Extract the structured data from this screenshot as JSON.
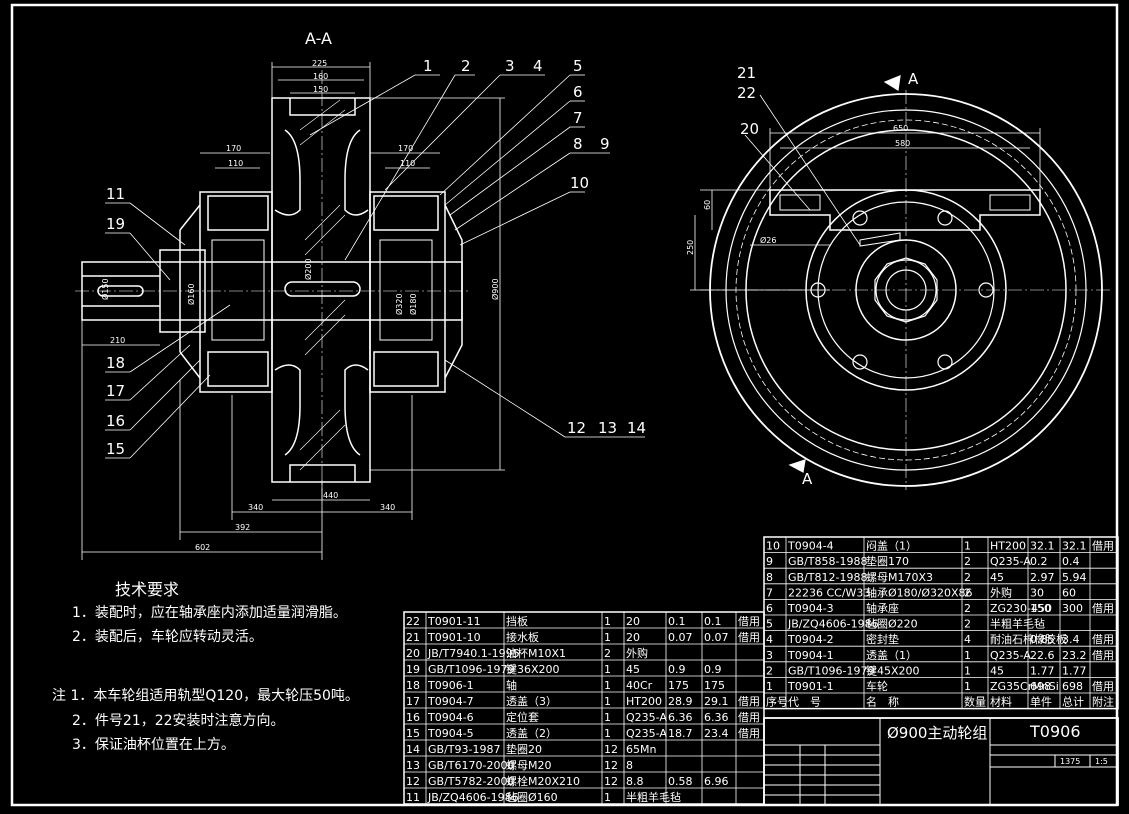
{
  "section_label": "A-A",
  "view_marker": "A",
  "dims_left": {
    "d225": "225",
    "d160": "160",
    "d150": "150",
    "d170a": "170",
    "d110a": "110",
    "d170b": "170",
    "d110b": "110",
    "phi160": "Ø160",
    "phi150": "Ø150",
    "phi200": "Ø200",
    "phi320": "Ø320",
    "phi180": "Ø180",
    "phi900": "Ø900",
    "d210": "210",
    "d340a": "340",
    "d340b": "340",
    "d440": "440",
    "d392": "392",
    "d602": "602"
  },
  "dims_right": {
    "d650": "650",
    "d580": "580",
    "d60": "60",
    "d250": "250",
    "phi26": "Ø26"
  },
  "balloons_left": [
    "1",
    "2",
    "3",
    "4",
    "5",
    "6",
    "7",
    "8",
    "9",
    "10",
    "11",
    "19",
    "18",
    "17",
    "16",
    "15",
    "12",
    "13",
    "14"
  ],
  "balloons_right": [
    "21",
    "22",
    "20"
  ],
  "tech_requirements": {
    "title": "技术要求",
    "items": [
      "1．装配时，应在轴承座内添加适量润滑脂。",
      "2．装配后，车轮应转动灵活。"
    ]
  },
  "notes": {
    "items": [
      "注 1．本车轮组适用轨型Q120，最大轮压50吨。",
      "2．件号21，22安装时注意方向。",
      "3．保证油杯位置在上方。"
    ]
  },
  "bom_right": [
    [
      "10",
      "T0904-4",
      "闷盖（1）",
      "1",
      "HT200",
      "32.1",
      "32.1",
      "借用"
    ],
    [
      "9",
      "GB/T858-1988",
      "垫圈170",
      "2",
      "Q235-A",
      "0.2",
      "0.4",
      ""
    ],
    [
      "8",
      "GB/T812-1988",
      "螺母M170X3",
      "2",
      "45",
      "2.97",
      "5.94",
      ""
    ],
    [
      "7",
      "22236 CC/W33",
      "轴承Ø180/Ø320X86",
      "2",
      "外购",
      "30",
      "60",
      ""
    ],
    [
      "6",
      "T0904-3",
      "轴承座",
      "2",
      "ZG230-450",
      "150",
      "300",
      "借用"
    ],
    [
      "5",
      "JB/ZQ4606-1986",
      "毡圈Ø220",
      "2",
      "半粗羊毛毡",
      "",
      "",
      ""
    ],
    [
      "4",
      "T0904-2",
      "密封垫",
      "4",
      "耐油石棉橡胶板",
      "0.85",
      "3.4",
      "借用"
    ],
    [
      "3",
      "T0904-1",
      "透盖（1）",
      "1",
      "Q235-A",
      "22.6",
      "23.2",
      "借用"
    ],
    [
      "2",
      "GB/T1096-1979",
      "键45X200",
      "1",
      "45",
      "1.77",
      "1.77",
      ""
    ],
    [
      "1",
      "T0901-1",
      "车轮",
      "1",
      "ZG35CrMnSi",
      "698",
      "698",
      "借用"
    ]
  ],
  "bom_right_header": [
    "序号",
    "代　号",
    "名　称",
    "数量",
    "材料",
    "单件",
    "总计",
    "附注"
  ],
  "bom_left": [
    [
      "22",
      "T0901-11",
      "挡板",
      "1",
      "20",
      "0.1",
      "0.1",
      "借用"
    ],
    [
      "21",
      "T0901-10",
      "接水板",
      "1",
      "20",
      "0.07",
      "0.07",
      "借用"
    ],
    [
      "20",
      "JB/T7940.1-1995",
      "油杯M10X1",
      "2",
      "外购",
      "",
      "",
      ""
    ],
    [
      "19",
      "GB/T1096-1979",
      "键36X200",
      "1",
      "45",
      "0.9",
      "0.9",
      ""
    ],
    [
      "18",
      "T0906-1",
      "轴",
      "1",
      "40Cr",
      "175",
      "175",
      ""
    ],
    [
      "17",
      "T0904-7",
      "透盖（3）",
      "1",
      "HT200",
      "28.9",
      "29.1",
      "借用"
    ],
    [
      "16",
      "T0904-6",
      "定位套",
      "1",
      "Q235-A",
      "6.36",
      "6.36",
      "借用"
    ],
    [
      "15",
      "T0904-5",
      "透盖（2）",
      "1",
      "Q235-A",
      "18.7",
      "23.4",
      "借用"
    ],
    [
      "14",
      "GB/T93-1987",
      "垫圈20",
      "12",
      "65Mn",
      "",
      "",
      ""
    ],
    [
      "13",
      "GB/T6170-2000",
      "螺母M20",
      "12",
      "8",
      "",
      "",
      ""
    ],
    [
      "12",
      "GB/T5782-2000",
      "螺栓M20X210",
      "12",
      "8.8",
      "0.58",
      "6.96",
      ""
    ],
    [
      "11",
      "JB/ZQ4606-1986",
      "毡圈Ø160",
      "1",
      "半粗羊毛毡",
      "",
      "",
      ""
    ]
  ],
  "title_block": {
    "name": "Ø900主动轮组",
    "drawing_no": "T0906",
    "weight": "1375",
    "scale": "1:5"
  }
}
